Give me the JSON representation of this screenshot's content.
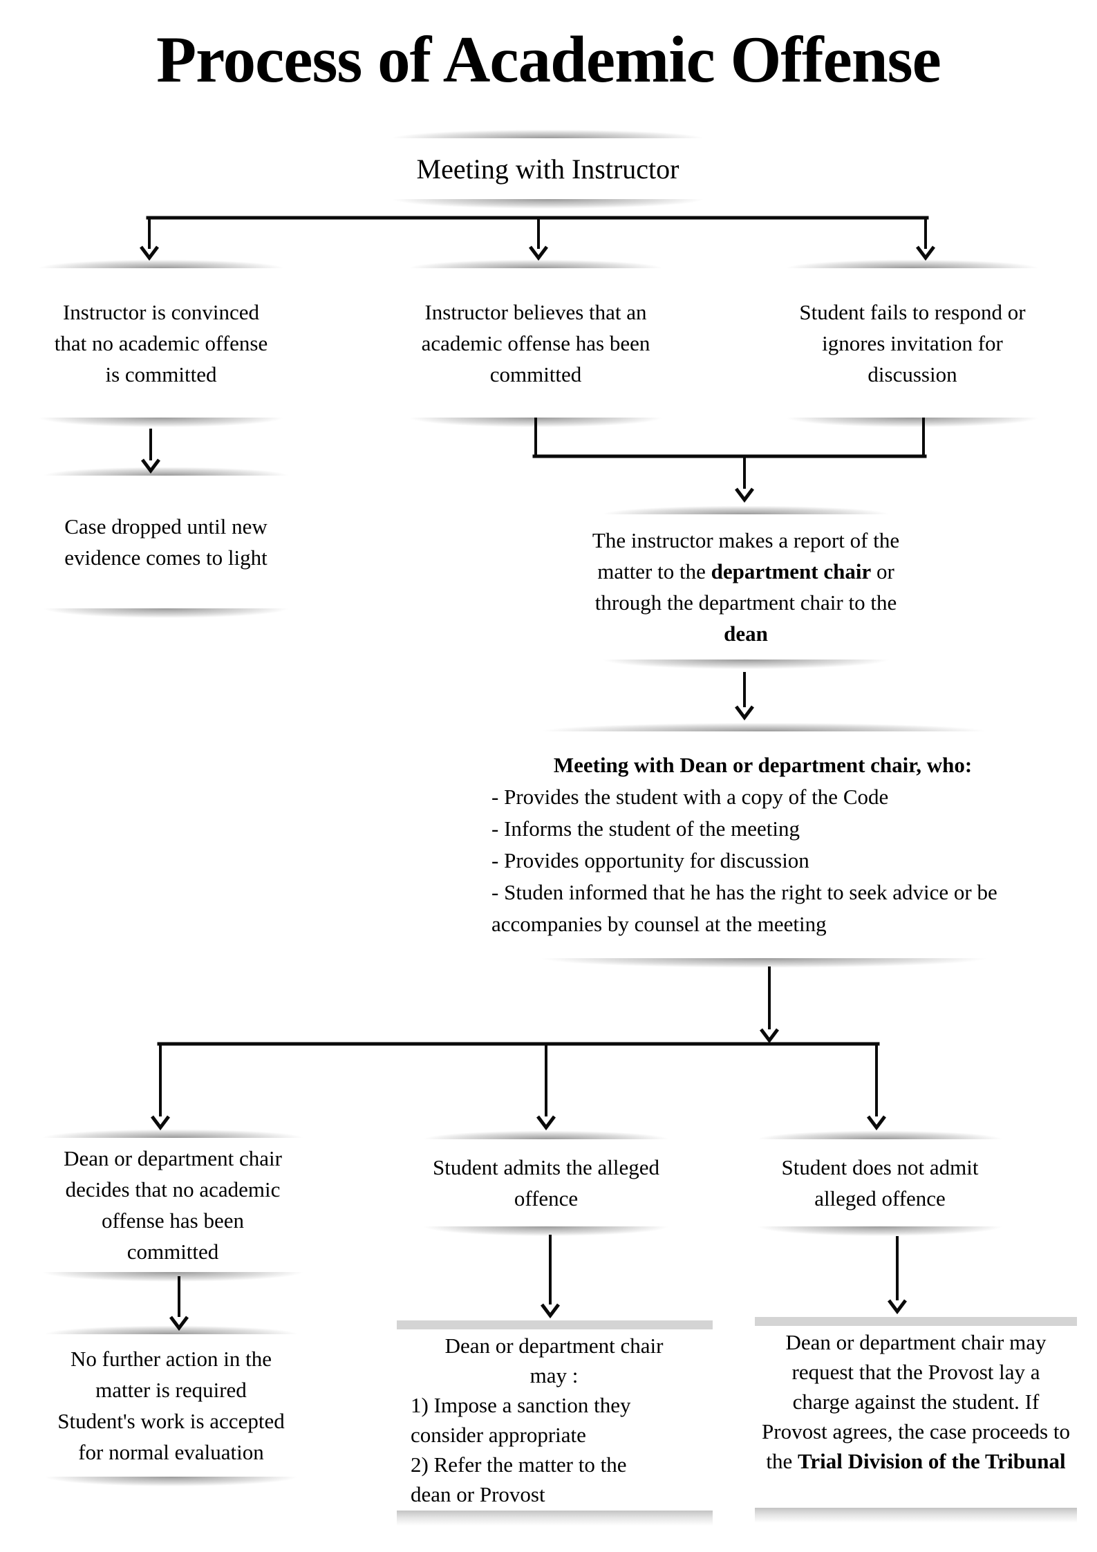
{
  "style": {
    "background": "#ffffff",
    "text_color": "#000000",
    "connector_color": "#0a0a0a",
    "shadow_color": "#c9c9c9"
  },
  "title": "Process of Academic Offense",
  "nodes": {
    "meeting_instructor": {
      "text": "Meeting with Instructor"
    },
    "instructor_convinced": {
      "text": "Instructor is convinced\nthat no academic offense\nis committed"
    },
    "instructor_believes": {
      "text": "Instructor believes that an\nacademic offense has been\ncommitted"
    },
    "student_fails": {
      "text": "Student fails to respond or\nignores invitation for\ndiscussion"
    },
    "case_dropped": {
      "text": "Case dropped until new\nevidence comes to light"
    },
    "report": {
      "line1": "The instructor makes a report of the",
      "line2_pre": "matter to the ",
      "line2_bold": "department chair",
      "line2_post": " or",
      "line3": "through the department chair to the",
      "line4_bold": "dean"
    },
    "meeting_dean": {
      "heading": "Meeting with Dean or department chair, who:",
      "bullets": {
        "b1": "- Provides the student with a copy of the Code",
        "b2": "- Informs the student of the meeting",
        "b3": "- Provides opportunity for discussion",
        "b4": "- Studen informed that he has the right to seek advice or be\naccompanies by counsel at the meeting"
      }
    },
    "chair_no_offense": {
      "text": "Dean or department chair\ndecides that no academic\noffense has been\ncommitted"
    },
    "student_admits": {
      "text": "Student admits the alleged\noffence"
    },
    "student_denies": {
      "text": "Student does not admit\nalleged offence"
    },
    "no_action": {
      "text": "No further action in the\nmatter is required\nStudent's work is accepted\nfor normal evaluation"
    },
    "sanction": {
      "head1": "Dean or department chair",
      "head2": "may :",
      "item1a": "1) Impose a sanction they",
      "item1b": "consider appropriate",
      "item2a": "2) Refer the matter to the",
      "item2b": "dean or Provost"
    },
    "tribunal": {
      "line1": "Dean or department chair may",
      "line2": "request that the Provost lay a",
      "line3": "charge against the student. If",
      "line4": "Provost agrees, the case proceeds to",
      "line5_pre": "the ",
      "line5_bold": "Trial Division of the Tribunal"
    }
  }
}
